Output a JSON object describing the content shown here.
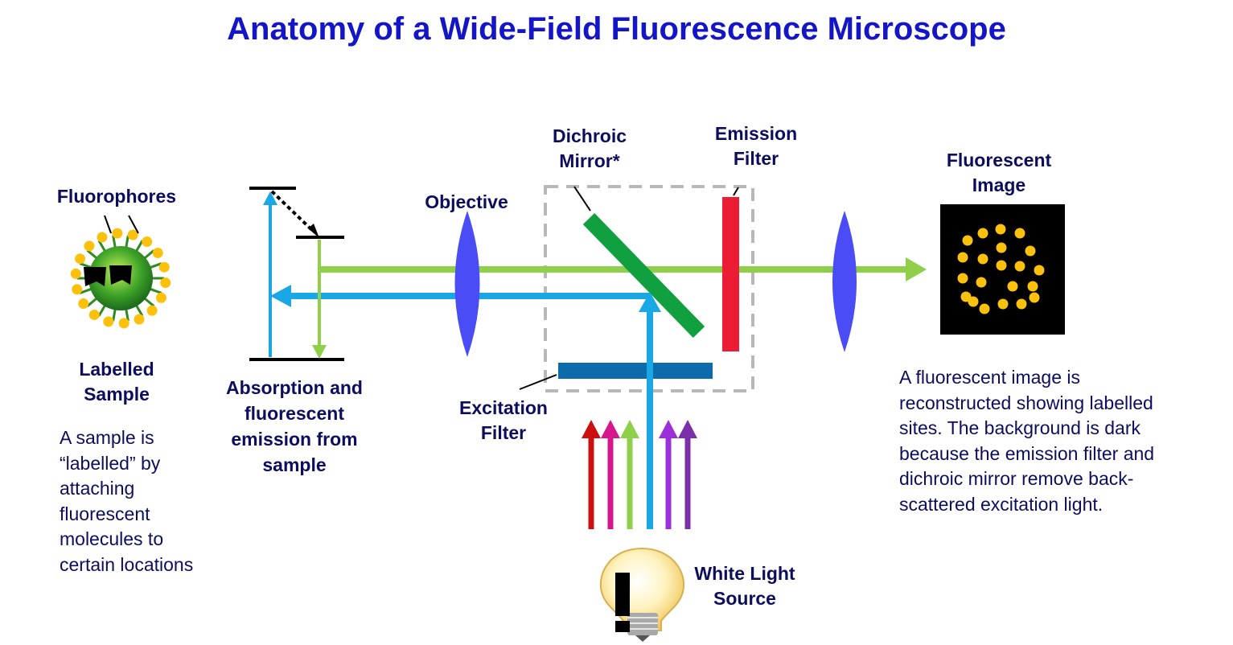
{
  "title": "Anatomy of a Wide-Field Fluorescence Microscope",
  "labels": {
    "fluorophores": "Fluorophores",
    "labelled_sample": [
      "Labelled",
      "Sample"
    ],
    "absorption": [
      "Absorption and",
      "fluorescent",
      "emission from",
      "sample"
    ],
    "objective": "Objective",
    "dichroic_mirror": [
      "Dichroic",
      "Mirror*"
    ],
    "emission_filter": [
      "Emission",
      "Filter"
    ],
    "excitation_filter": [
      "Excitation",
      "Filter"
    ],
    "fluorescent_image": [
      "Fluorescent",
      "Image"
    ],
    "white_light_source": [
      "White Light",
      "Source"
    ]
  },
  "descriptions": {
    "sample": [
      "A sample is",
      "“labelled” by",
      "attaching",
      "fluorescent",
      "molecules to",
      "certain locations"
    ],
    "image": [
      "A fluorescent image is",
      "reconstructed showing labelled",
      "sites. The background is dark",
      "because the emission filter and",
      "dichroic mirror remove back-",
      "scattered excitation light."
    ]
  },
  "colors": {
    "title": "#1515c8",
    "label_text": "#0d0d5e",
    "emission_green": "#8fcf4a",
    "excitation_blue": "#1aa7e6",
    "lens_blue": "#4a4cf5",
    "dichroic_green": "#10a040",
    "emission_filter_red": "#ec1c34",
    "excitation_filter_blue": "#0b6bab",
    "fluorophore_yellow": "#fcc10c",
    "light_red": "#cc1010",
    "light_magenta": "#d6168c",
    "light_green": "#8fcf4a",
    "light_violet": "#9b30d8",
    "light_purple": "#7a30a8"
  },
  "icons": {
    "sample": "virus-sample-icon",
    "bulb": "light-bulb-icon"
  }
}
